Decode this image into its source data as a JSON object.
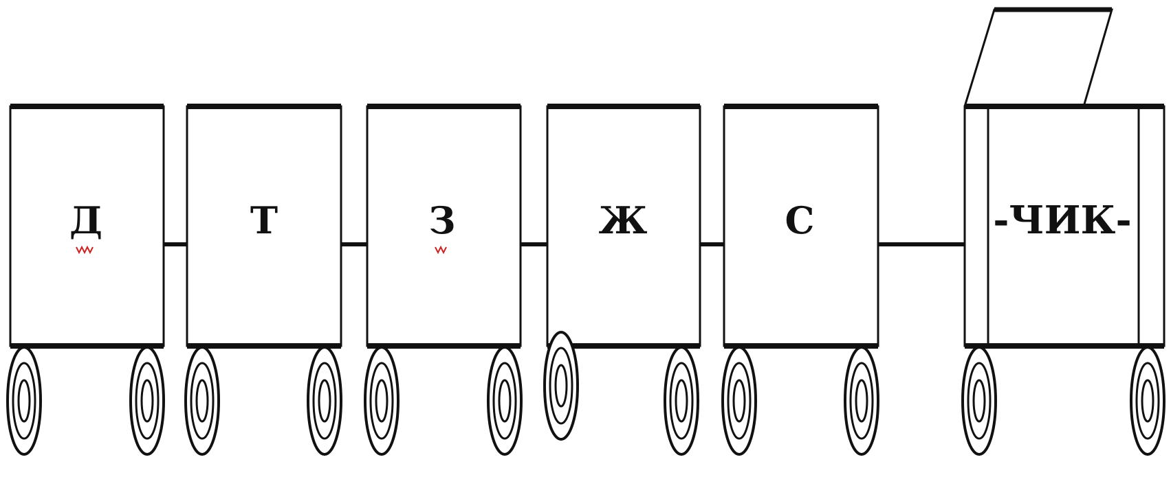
{
  "diagram": {
    "cars": [
      {
        "label": "Д",
        "spell_underline": true
      },
      {
        "label": "Т",
        "spell_underline": false
      },
      {
        "label": "З",
        "spell_underline": true
      },
      {
        "label": "Ж",
        "spell_underline": false
      },
      {
        "label": "С",
        "spell_underline": false
      }
    ],
    "locomotive": {
      "label": "-ЧИК-"
    }
  },
  "colors": {
    "line": "#111111",
    "spell_underline": "#cc2222"
  }
}
